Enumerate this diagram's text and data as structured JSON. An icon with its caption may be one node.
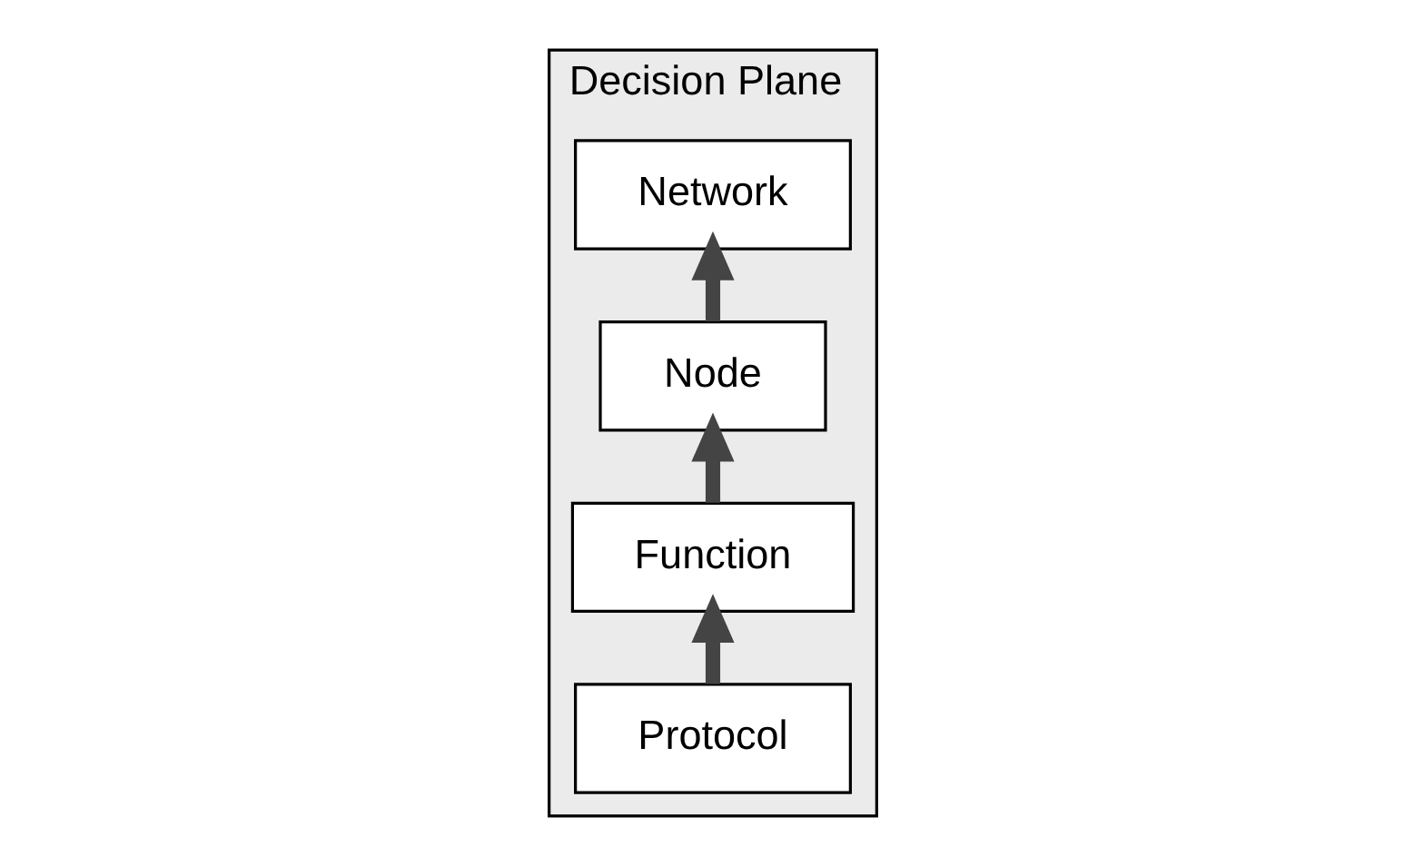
{
  "diagram": {
    "nodes": [
      {
        "text": [
          "Decision Plane"
        ]
      },
      {
        "text": [
          "Network"
        ],
        "in": 0
      },
      {
        "text": [
          "Node"
        ],
        "in": 0
      },
      {
        "text": [
          "Function"
        ],
        "in": 0
      },
      {
        "text": [
          "Protocol"
        ],
        "in": 0
      }
    ],
    "edges": [
      {
        "from": 4,
        "to": 3,
        "arrow": "to"
      },
      {
        "from": 3,
        "to": 2,
        "arrow": "to"
      },
      {
        "from": 2,
        "to": 1,
        "arrow": "to"
      }
    ]
  }
}
